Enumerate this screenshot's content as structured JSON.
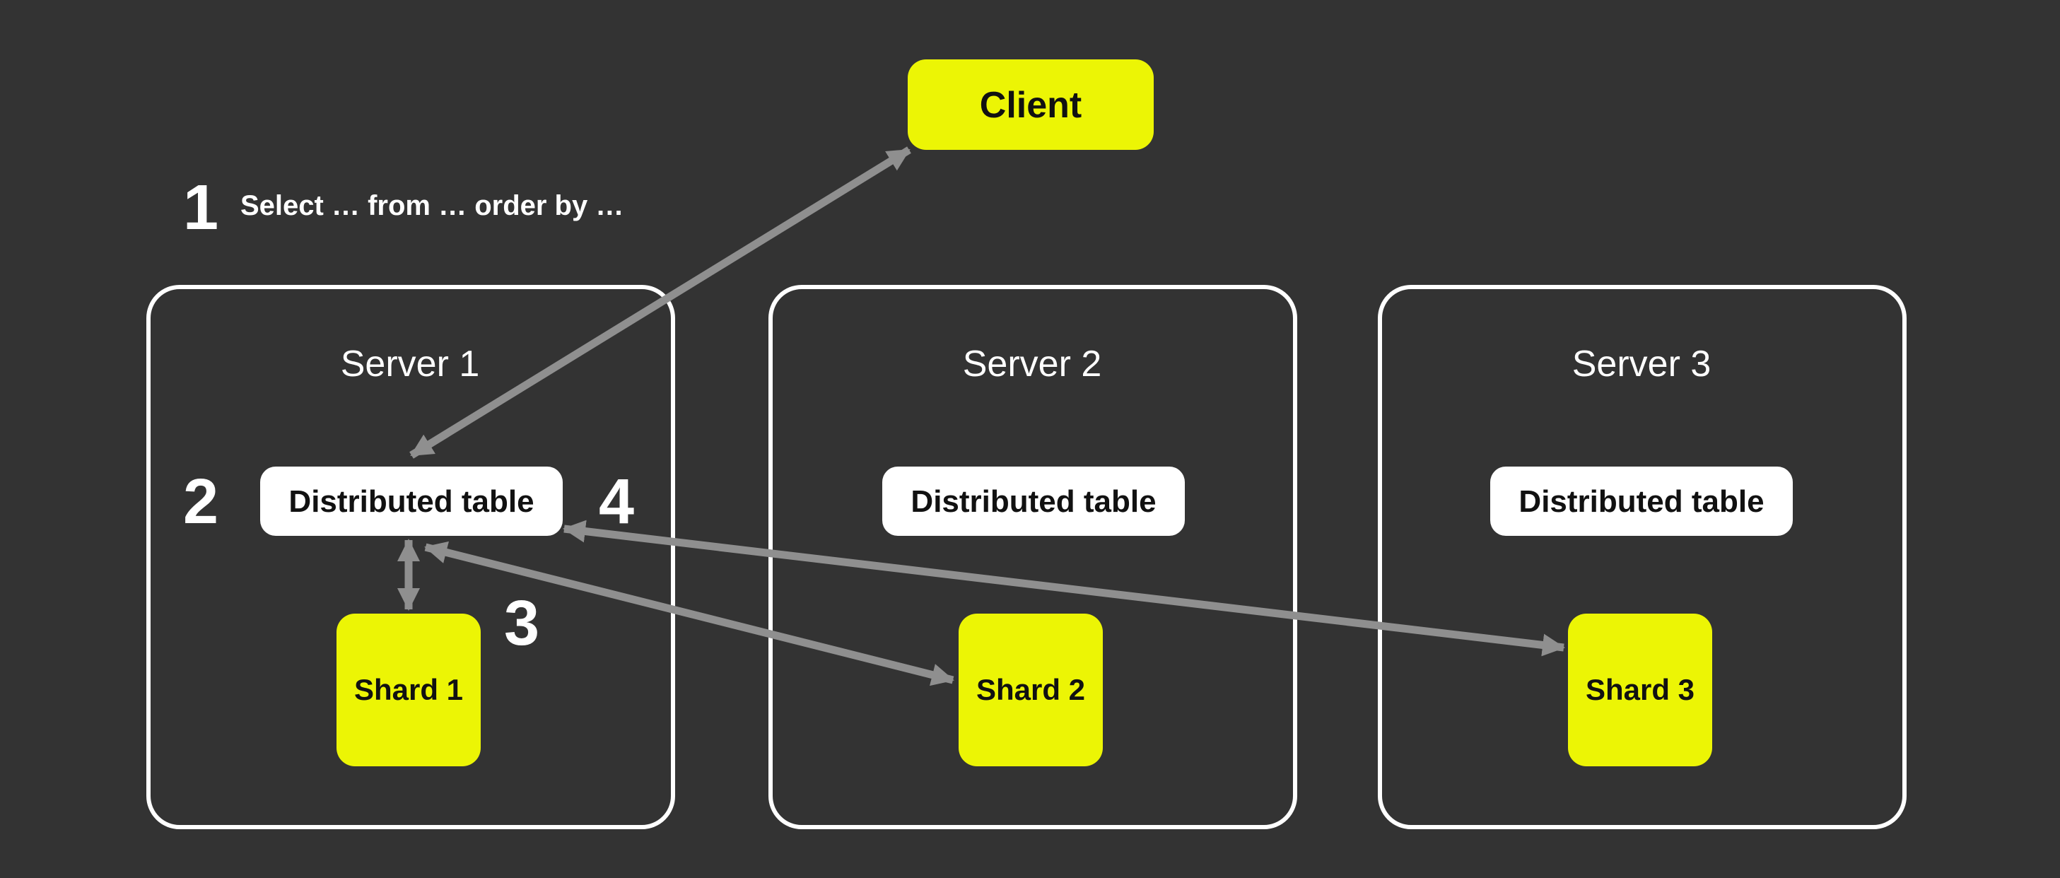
{
  "palette": {
    "background": "#333333",
    "accent_yellow": "#ECF505",
    "box_white": "#ffffff",
    "arrow_gray": "#8F8F8F",
    "text_dark": "#111111",
    "text_light": "#ffffff"
  },
  "client": {
    "label": "Client"
  },
  "steps": {
    "step1": {
      "number": "1",
      "caption": "Select … from … order by …"
    },
    "step2": {
      "number": "2"
    },
    "step3": {
      "number": "3"
    },
    "step4": {
      "number": "4"
    }
  },
  "servers": [
    {
      "title": "Server 1",
      "table_label": "Distributed table",
      "shard_label": "Shard 1"
    },
    {
      "title": "Server 2",
      "table_label": "Distributed table",
      "shard_label": "Shard 2"
    },
    {
      "title": "Server 3",
      "table_label": "Distributed table",
      "shard_label": "Shard 3"
    }
  ],
  "arrows": [
    {
      "name": "client-to-distributed-table",
      "between": [
        "Client",
        "Server 1 Distributed table"
      ],
      "bidirectional": true
    },
    {
      "name": "distributed-table-to-shard-1",
      "between": [
        "Server 1 Distributed table",
        "Shard 1"
      ],
      "bidirectional": true
    },
    {
      "name": "distributed-table-to-shard-2",
      "between": [
        "Server 1 Distributed table",
        "Shard 2"
      ],
      "bidirectional": true
    },
    {
      "name": "distributed-table-to-shard-3",
      "between": [
        "Server 1 Distributed table",
        "Shard 3"
      ],
      "bidirectional": true
    }
  ]
}
